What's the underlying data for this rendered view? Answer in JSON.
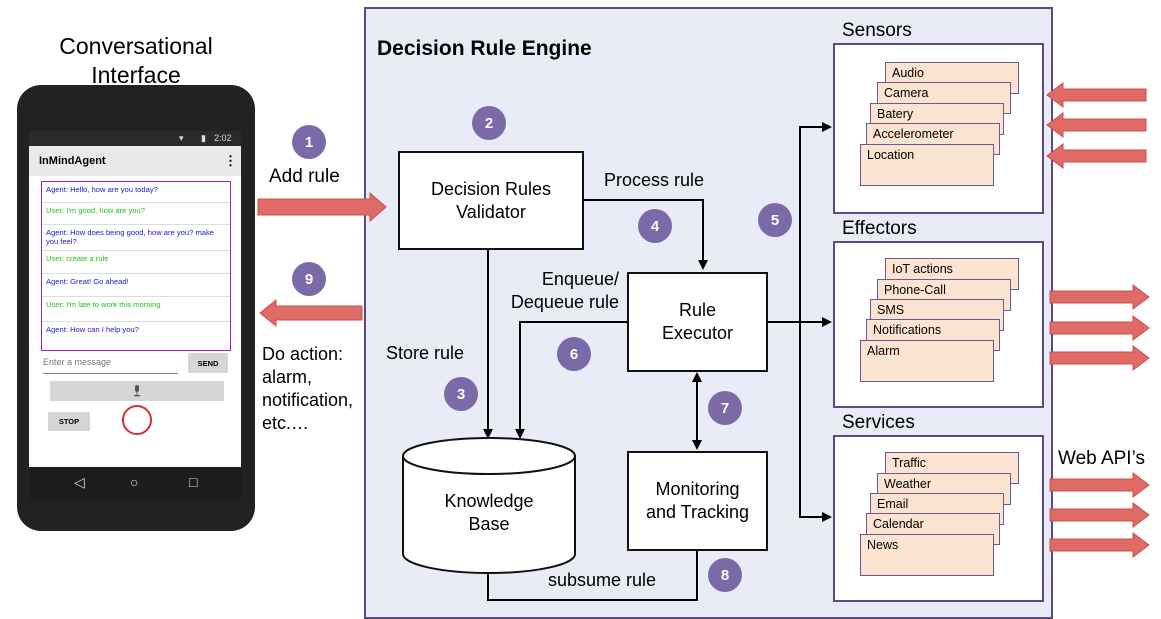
{
  "interface": {
    "title_line1": "Conversational",
    "title_line2": "Interface",
    "status_time": "2:02",
    "app_name": "InMindAgent",
    "menu_glyph": "⋮",
    "messages": [
      {
        "speaker": "agent",
        "text": "Agent: Hello, how are you today?"
      },
      {
        "speaker": "user",
        "text": "User: I'm good, how are you?"
      },
      {
        "speaker": "agent",
        "text": "Agent: How does being good, how are you? make you feel?"
      },
      {
        "speaker": "user",
        "text": "User: create a rule"
      },
      {
        "speaker": "agent",
        "text": "Agent: Great! Go ahead!"
      },
      {
        "speaker": "user",
        "text": "User: I'm late to work this morning"
      },
      {
        "speaker": "agent",
        "text": "Agent: How can I help you?"
      }
    ],
    "input_placeholder": "Enter a message",
    "send_label": "SEND",
    "mic_icon": "mic-icon",
    "stop_label": "STOP",
    "nav": [
      "◁",
      "○",
      "□"
    ]
  },
  "left_labels": {
    "add_rule": "Add rule",
    "do_action": [
      "Do action:",
      "alarm,",
      "notification,",
      "etc.…"
    ]
  },
  "engine": {
    "title": "Decision Rule Engine",
    "validator_line1": "Decision Rules",
    "validator_line2": "Validator",
    "executor_line1": "Rule",
    "executor_line2": "Executor",
    "kb_line1": "Knowledge",
    "kb_line2": "Base",
    "monitor_line1": "Monitoring",
    "monitor_line2": "and Tracking",
    "process_rule": "Process rule",
    "enqueue_line1": "Enqueue/",
    "enqueue_line2": "Dequeue rule",
    "store_rule": "Store rule",
    "subsume_rule": "subsume rule"
  },
  "steps": [
    "1",
    "2",
    "3",
    "4",
    "5",
    "6",
    "7",
    "8",
    "9"
  ],
  "sensors": {
    "title": "Sensors",
    "items": [
      "Audio",
      "Camera",
      "Batery",
      "Accelerometer",
      "Location"
    ]
  },
  "effectors": {
    "title": "Effectors",
    "items": [
      "IoT actions",
      "Phone-Call",
      "SMS",
      "Notifications",
      "Alarm"
    ]
  },
  "services": {
    "title": "Services",
    "items": [
      "Traffic",
      "Weather",
      "Email",
      "Calendar",
      "News"
    ]
  },
  "web_apis": "Web API’s",
  "colors": {
    "engine_bg": "#e9ecf7",
    "engine_border": "#5a4a86",
    "badge": "#7a6aa7",
    "card_fill": "#fde4d1",
    "arrow_red": "#e06a66"
  }
}
